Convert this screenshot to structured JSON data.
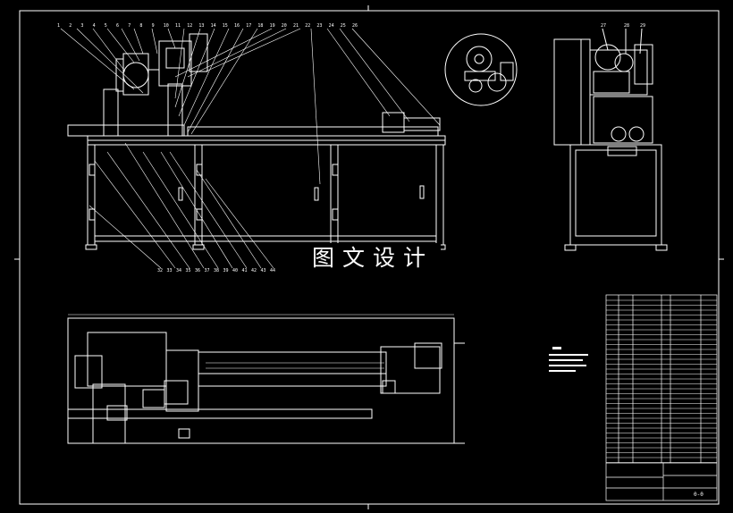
{
  "watermark": "图文设计",
  "drawing": {
    "balloons_top": [
      "1",
      "2",
      "3",
      "4",
      "5",
      "6",
      "7",
      "8",
      "9",
      "10",
      "11",
      "12",
      "13",
      "14",
      "15",
      "16",
      "17",
      "18",
      "19",
      "20",
      "21",
      "22",
      "23",
      "24",
      "25",
      "26"
    ],
    "balloons_bottom": [
      "32",
      "33",
      "34",
      "35",
      "36",
      "37",
      "38",
      "39",
      "40",
      "41",
      "42",
      "43",
      "44"
    ],
    "balloons_side": [
      "27",
      "28",
      "29"
    ]
  },
  "title_block": {
    "drawing_no": "0-0"
  },
  "colors": {
    "background": "#000000",
    "line": "#ffffff"
  }
}
